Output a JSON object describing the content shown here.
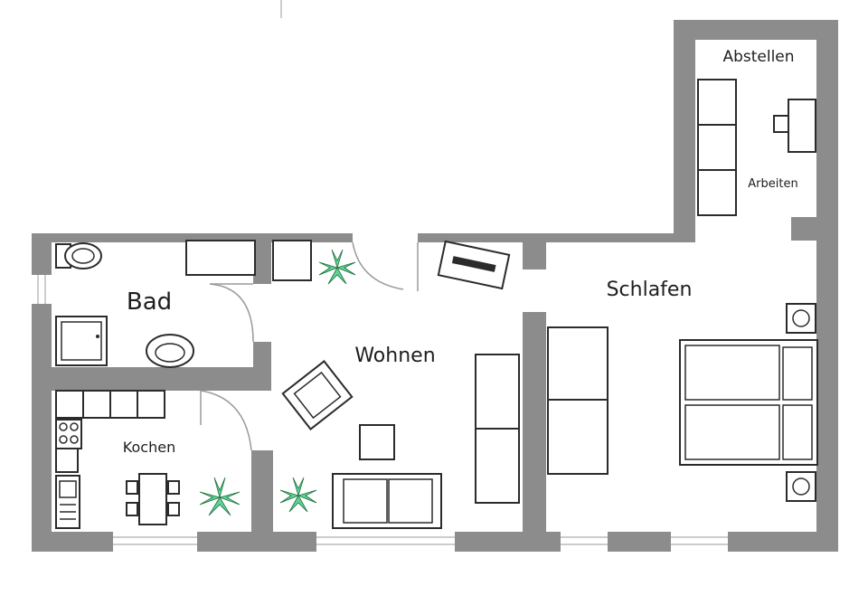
{
  "plan": {
    "rooms": [
      {
        "key": "bad",
        "label": "Bad"
      },
      {
        "key": "wohnen",
        "label": "Wohnen"
      },
      {
        "key": "schlafen",
        "label": "Schlafen"
      },
      {
        "key": "kochen",
        "label": "Kochen"
      },
      {
        "key": "abstellen",
        "label": "Abstellen"
      },
      {
        "key": "arbeiten",
        "label": "Arbeiten"
      }
    ]
  },
  "colors": {
    "wall": "#8c8c8c",
    "furniture": "#2b2b2b",
    "plant": "#5fd39a"
  }
}
